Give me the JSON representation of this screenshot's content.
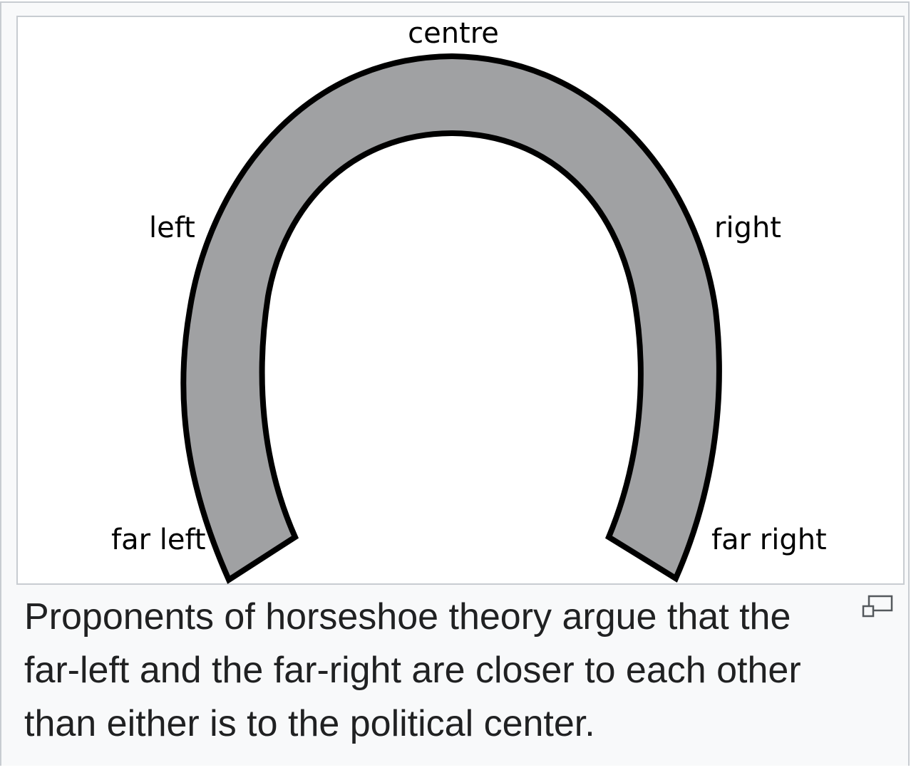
{
  "diagram": {
    "labels": {
      "centre": "centre",
      "left": "left",
      "right": "right",
      "far_left": "far left",
      "far_right": "far right"
    },
    "colors": {
      "horseshoe_fill": "#a0a1a3",
      "horseshoe_stroke": "#000000",
      "frame_border": "#c8ccd1",
      "caption_background": "#f8f9fa"
    }
  },
  "caption": {
    "text": "Proponents of horseshoe theory argue that the far-left and the far-right are closer to each other than either is to the political center."
  },
  "icons": {
    "enlarge": "magnify-enlarge-icon"
  }
}
